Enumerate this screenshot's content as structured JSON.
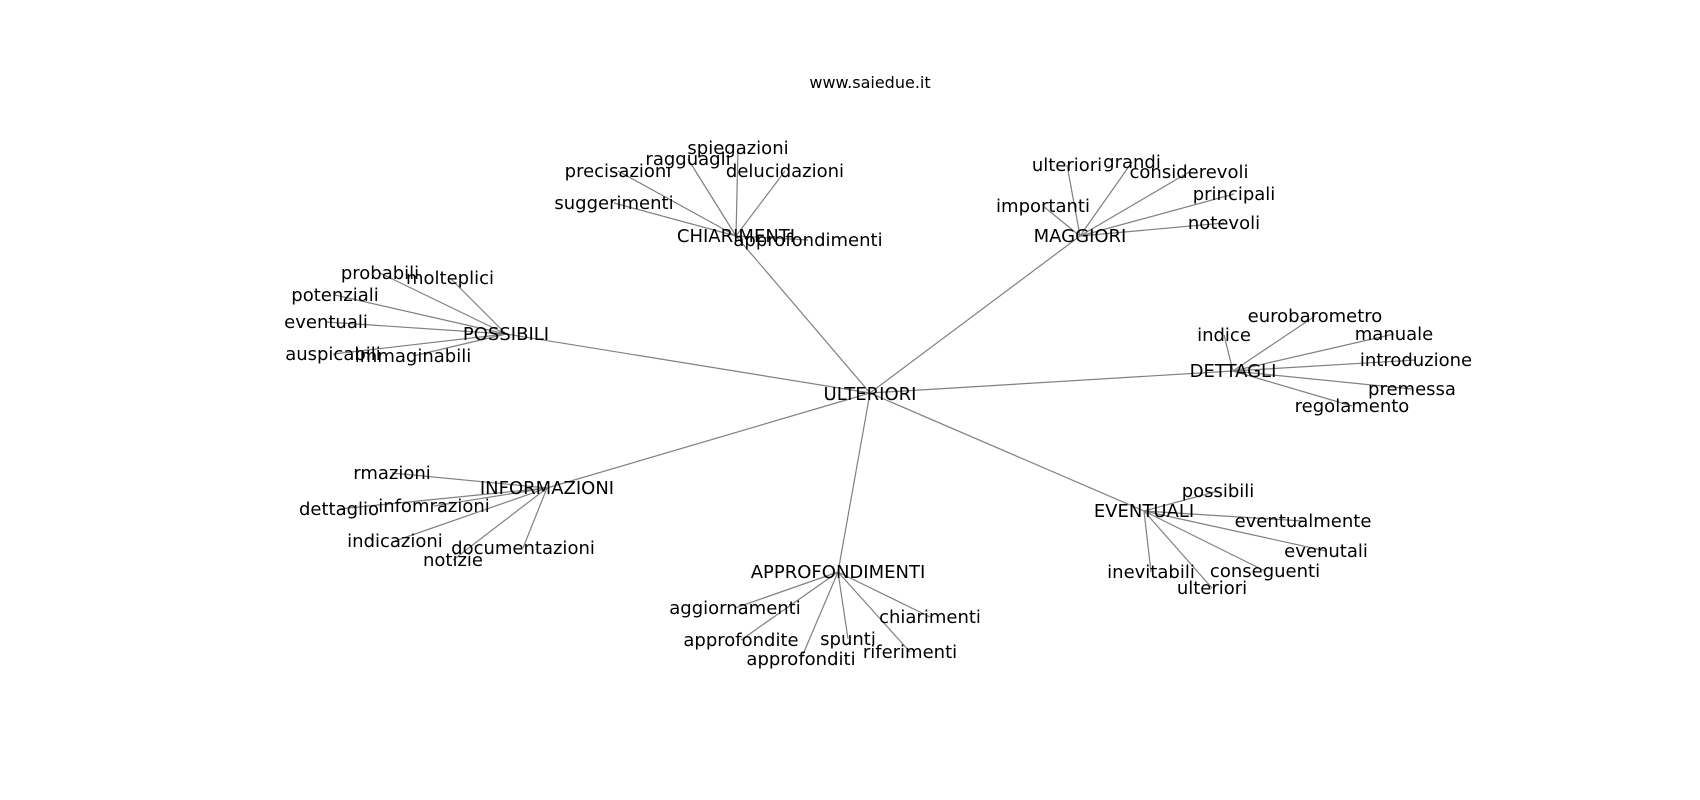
{
  "title": "www.saiedue.it",
  "root": "ULTERIORI",
  "groups": [
    {
      "label": "CHIARIMENTI",
      "children": [
        "spiegazioni",
        "ragguagli",
        "precisazioni",
        "delucidazioni",
        "suggerimenti",
        "approfondimenti"
      ]
    },
    {
      "label": "MAGGIORI",
      "children": [
        "ulteriori",
        "grandi",
        "considerevoli",
        "importanti",
        "principali",
        "notevoli"
      ]
    },
    {
      "label": "POSSIBILI",
      "children": [
        "probabili",
        "molteplici",
        "potenziali",
        "eventuali",
        "auspicabili",
        "immaginabili"
      ]
    },
    {
      "label": "DETTAGLI",
      "children": [
        "eurobarometro",
        "indice",
        "manuale",
        "introduzione",
        "premessa",
        "regolamento"
      ]
    },
    {
      "label": "INFORMAZIONI",
      "children": [
        "rmazioni",
        "dettaglio",
        "infomrazioni",
        "indicazioni",
        "documentazioni",
        "notizie"
      ]
    },
    {
      "label": "EVENTUALI",
      "children": [
        "possibili",
        "eventualmente",
        "evenutali",
        "inevitabili",
        "conseguenti",
        "ulteriori"
      ]
    },
    {
      "label": "APPROFONDIMENTI",
      "children": [
        "aggiornamenti",
        "chiarimenti",
        "approfondite",
        "spunti",
        "riferimenti",
        "approfonditi"
      ]
    }
  ]
}
